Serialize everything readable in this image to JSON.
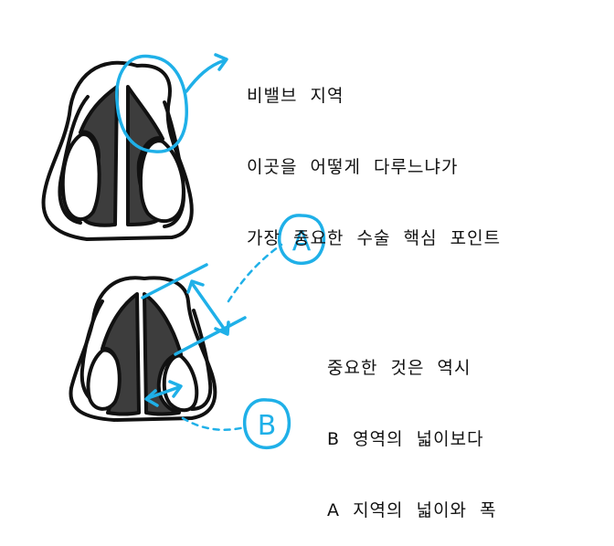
{
  "notes": {
    "top": [
      "비밸브  지역",
      "이곳을  어떻게  다루느냐가",
      "가장  중요한  수술  핵심  포인트"
    ],
    "bottom": [
      "중요한  것은  역시",
      "B  영역의  넓이보다",
      "A  지역의  넓이와  폭"
    ]
  },
  "labels": {
    "a": "A",
    "b": "B"
  },
  "colors": {
    "ink": "#111111",
    "accent": "#1fb0e8",
    "shade": "#3d3d3d"
  }
}
